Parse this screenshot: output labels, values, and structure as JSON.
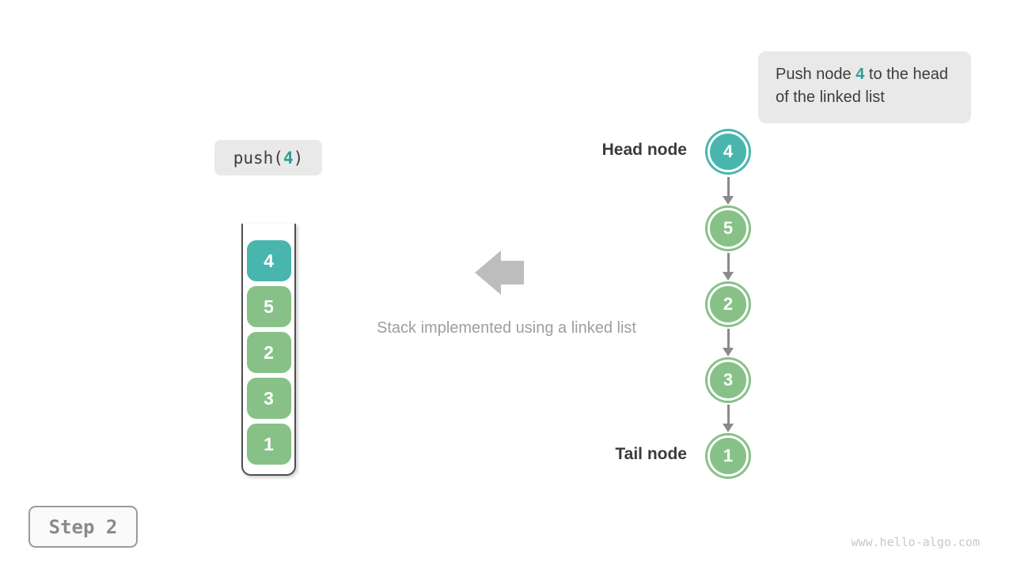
{
  "colors": {
    "teal": "#49b6ae",
    "tealText": "#2f9e95",
    "green": "#87c187",
    "boxBg": "#e9e9e9",
    "darkText": "#3d3d3d",
    "labelText": "#3b3b3b",
    "arrowGray": "#8a8a8a",
    "bigArrow": "#bdbdbd",
    "captionGray": "#9e9e9e",
    "containerStroke": "#4f4f4f",
    "stepBorder": "#9a9a9a",
    "stepText": "#8a8a8a",
    "stepBg": "#fafafa",
    "watermarkGray": "#c8c8c8"
  },
  "callout": {
    "prefix": "Push node ",
    "value": "4",
    "suffix": " to the head of the linked list"
  },
  "operation": {
    "prefix": "push(",
    "value": "4",
    "suffix": ")"
  },
  "stack": {
    "items": [
      {
        "value": "4",
        "highlight": true
      },
      {
        "value": "5",
        "highlight": false
      },
      {
        "value": "2",
        "highlight": false
      },
      {
        "value": "3",
        "highlight": false
      },
      {
        "value": "1",
        "highlight": false
      }
    ]
  },
  "caption": "Stack implemented using a linked list",
  "linked_list": {
    "head_label": "Head node",
    "tail_label": "Tail node",
    "nodes": [
      {
        "value": "4",
        "highlight": true
      },
      {
        "value": "5",
        "highlight": false
      },
      {
        "value": "2",
        "highlight": false
      },
      {
        "value": "3",
        "highlight": false
      },
      {
        "value": "1",
        "highlight": false
      }
    ]
  },
  "step_label": "Step 2",
  "watermark": "www.hello-algo.com"
}
